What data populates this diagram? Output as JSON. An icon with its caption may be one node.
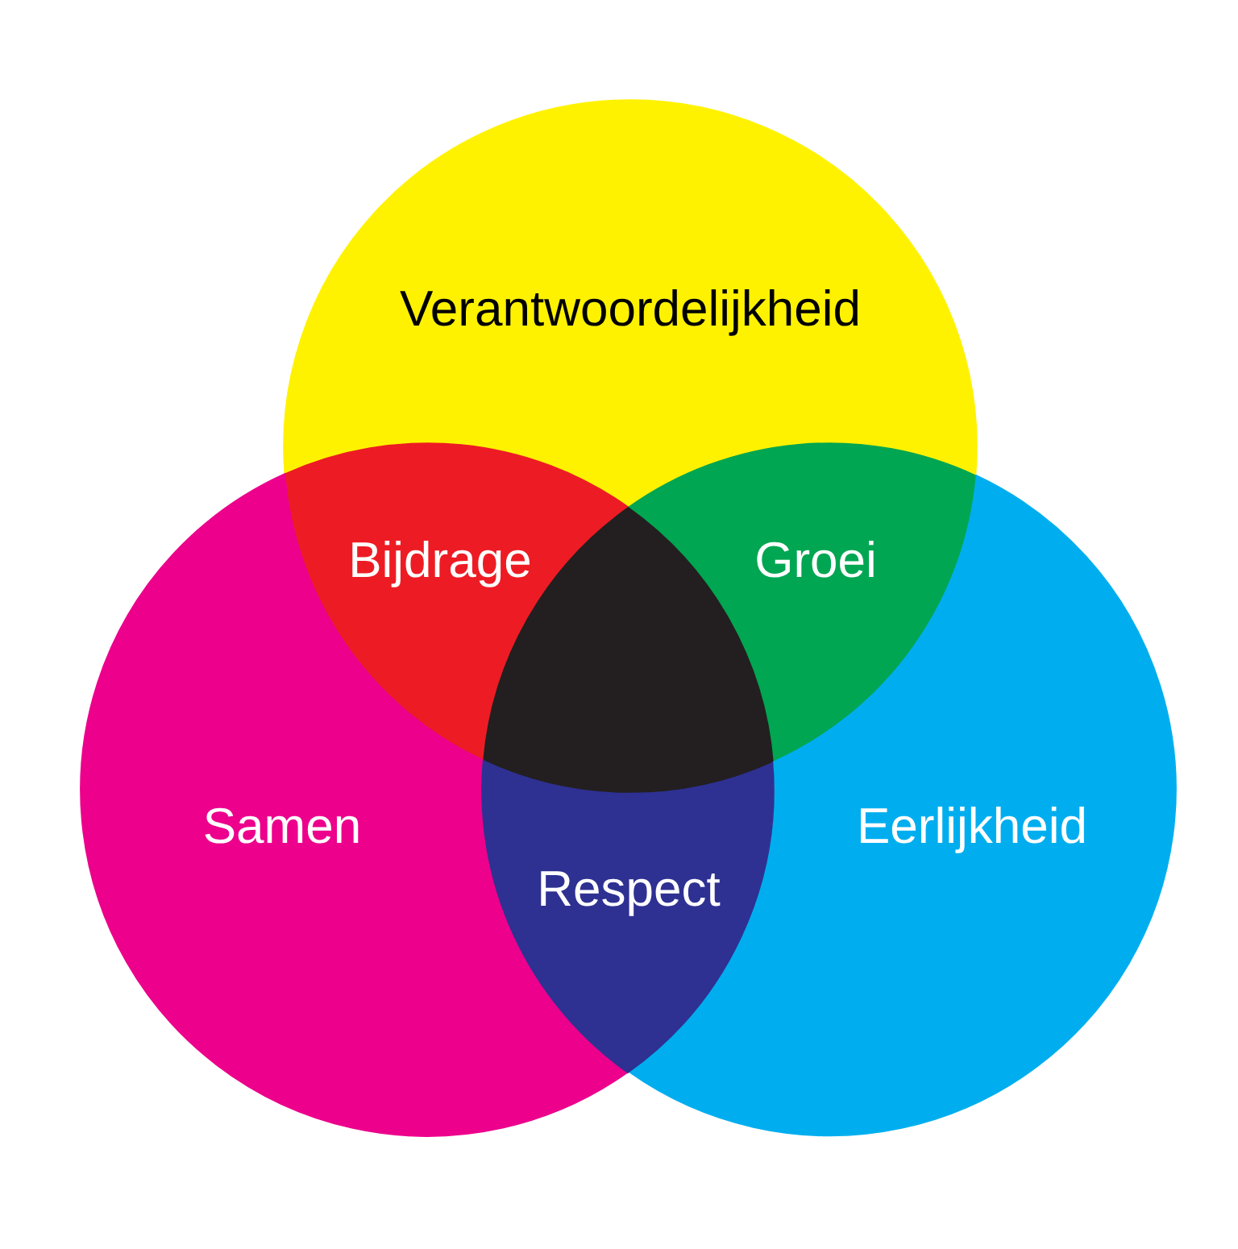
{
  "diagram": {
    "nodes": [
      {
        "text": [
          "Verantwoordelijkheid"
        ]
      },
      {
        "text": [
          "Bijdrage"
        ]
      },
      {
        "text": [
          "Groei"
        ]
      },
      {
        "text": [],
        "shape": "triangle"
      },
      {
        "text": [
          "Samen"
        ]
      },
      {
        "text": [
          "Eerlijkheid"
        ]
      },
      {
        "text": [
          "Respect"
        ]
      }
    ]
  }
}
